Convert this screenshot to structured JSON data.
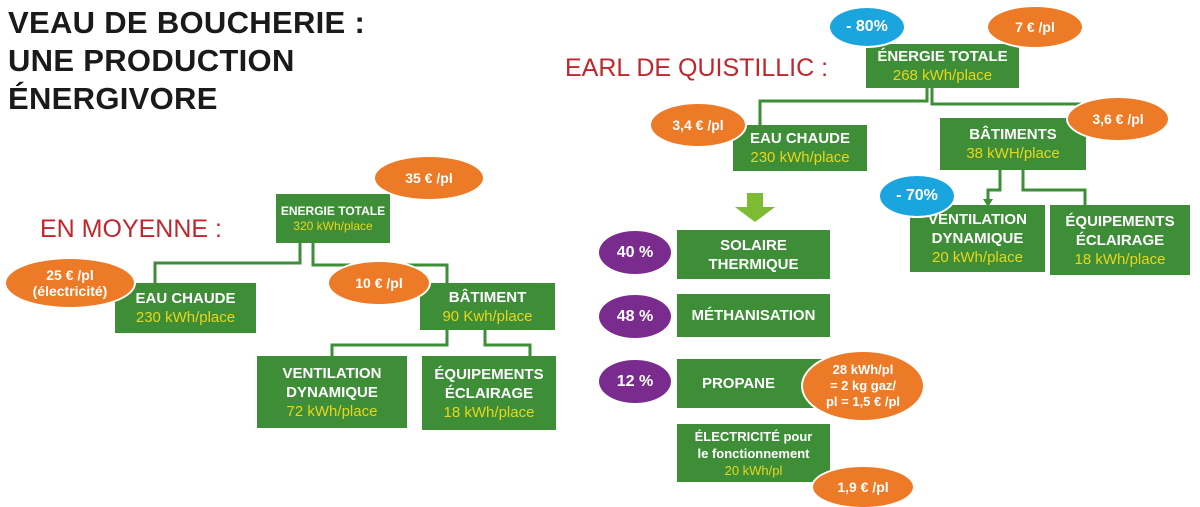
{
  "title": [
    "VEAU DE BOUCHERIE :",
    "UNE PRODUCTION",
    "ÉNERGIVORE"
  ],
  "average": {
    "label": "EN MOYENNE :",
    "total": {
      "name": "ENERGIE TOTALE",
      "value": "320 kWh/place",
      "cost": "35 € /pl"
    },
    "hot_water": {
      "name": "EAU CHAUDE",
      "value": "230 kWh/place",
      "cost_line1": "25 € /pl",
      "cost_line2": "(électricité)"
    },
    "building": {
      "name": "BÂTIMENT",
      "value": "90 Kwh/place",
      "cost": "10 € /pl"
    },
    "ventilation": {
      "name1": "VENTILATION",
      "name2": "DYNAMIQUE",
      "value": "72 kWh/place"
    },
    "equipment": {
      "name1": "ÉQUIPEMENTS",
      "name2": "ÉCLAIRAGE",
      "value": "18 kWh/place"
    }
  },
  "farm": {
    "label": "EARL DE QUISTILLIC :",
    "total": {
      "name": "ÉNERGIE TOTALE",
      "value": "268 kWh/place",
      "cost": "7 € /pl",
      "reduction": "- 80%"
    },
    "hot_water": {
      "name": "EAU CHAUDE",
      "value": "230 kWh/place",
      "cost": "3,4 € /pl"
    },
    "buildings": {
      "name": "BÂTIMENTS",
      "value": "38 kWH/place",
      "cost": "3,6 € /pl"
    },
    "ventilation": {
      "name1": "VENTILATION",
      "name2": "DYNAMIQUE",
      "value": "20 kWh/place",
      "reduction": "- 70%"
    },
    "equipment": {
      "name1": "ÉQUIPEMENTS",
      "name2": "ÉCLAIRAGE",
      "value": "18 kWh/place"
    },
    "sources": [
      {
        "share": "40 %",
        "name1": "SOLAIRE",
        "name2": "THERMIQUE"
      },
      {
        "share": "48 %",
        "name1": "MÉTHANISATION"
      },
      {
        "share": "12 %",
        "name1": "PROPANE",
        "note1": "28 kWh/pl",
        "note2": "= 2 kg gaz/",
        "note3": "pl = 1,5 € /pl"
      }
    ],
    "electricity": {
      "name1": "ÉLECTRICITÉ pour",
      "name2": "le fonctionnement",
      "value": "20 kWh/pl",
      "cost": "1,9 € /pl"
    }
  },
  "colors": {
    "box": "#3e8e38",
    "value": "#e9d61b",
    "cost": "#ec7a26",
    "reduction": "#1ba5de",
    "share": "#7a2b8e",
    "heading": "#c0272d"
  }
}
